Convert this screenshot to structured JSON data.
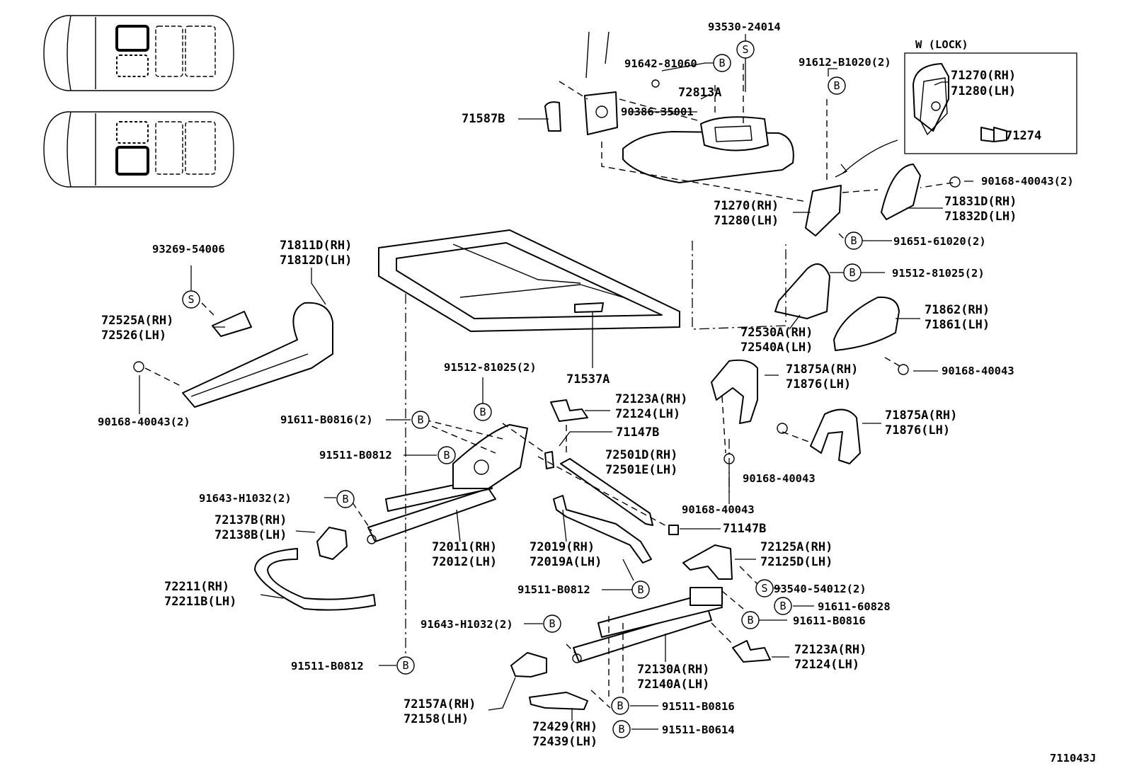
{
  "diagram_id": "711043J",
  "inset_title": "W (LOCK)",
  "fastener_symbols": {
    "bolt": "B",
    "screw": "S"
  },
  "labels": {
    "p93530_24014": "93530-24014",
    "p91642_81060": "91642-81060",
    "p72813A": "72813A",
    "p90386_35001": "90386-35001",
    "p71587B": "71587B",
    "p91612_B1020": "91612-B1020(2)",
    "p71270_inset": "71270(RH)",
    "p71280_inset": "71280(LH)",
    "p71274": "71274",
    "p90168_40043_2_top": "90168-40043(2)",
    "p71831D": "71831D(RH)",
    "p71832D": "71832D(LH)",
    "p71270": "71270(RH)",
    "p71280": "71280(LH)",
    "p91651_61020": "91651-61020(2)",
    "p93269_54006": "93269-54006",
    "p71811D": "71811D(RH)",
    "p71812D": "71812D(LH)",
    "p91512_81025_r": "91512-81025(2)",
    "p72525A": "72525A(RH)",
    "p72526": "72526(LH)",
    "p72530A": "72530A(RH)",
    "p72540A": "72540A(LH)",
    "p71862": "71862(RH)",
    "p71861": "71861(LH)",
    "p90168_40043_mr": "90168-40043",
    "p71537A": "71537A",
    "p91512_81025_c": "91512-81025(2)",
    "p71875A_a": "71875A(RH)",
    "p71876_a": "71876(LH)",
    "p90168_40043_2_left": "90168-40043(2)",
    "p72123A_top": "72123A(RH)",
    "p72124_top": "72124(LH)",
    "p91611_B0816_2": "91611-B0816(2)",
    "p71875A_b": "71875A(RH)",
    "p71876_b": "71876(LH)",
    "p71147B_top": "71147B",
    "p72501D": "72501D(RH)",
    "p72501E": "72501E(LH)",
    "p91511_B0812_a": "91511-B0812",
    "p90168_40043_r2": "90168-40043",
    "p91643_H1032_a": "91643-H1032(2)",
    "p72137B": "72137B(RH)",
    "p72138B": "72138B(LH)",
    "p90168_40043_c": "90168-40043",
    "p71147B_bot": "71147B",
    "p72011": "72011(RH)",
    "p72012": "72012(LH)",
    "p72019": "72019(RH)",
    "p72019A": "72019A(LH)",
    "p72125A": "72125A(RH)",
    "p72125D": "72125D(LH)",
    "p72211": "72211(RH)",
    "p72211B": "72211B(LH)",
    "p91511_B0812_b": "91511-B0812",
    "p93540_54012": "93540-54012(2)",
    "p91611_60828": "91611-60828",
    "p91643_H1032_b": "91643-H1032(2)",
    "p91611_B0816": "91611-B0816",
    "p72123A_bot": "72123A(RH)",
    "p72124_bot": "72124(LH)",
    "p91511_B0812_c": "91511-B0812",
    "p72130A": "72130A(RH)",
    "p72140A": "72140A(LH)",
    "p72157A": "72157A(RH)",
    "p72158": "72158(LH)",
    "p91511_B0816": "91511-B0816",
    "p72429": "72429(RH)",
    "p72439": "72439(LH)",
    "p91511_B0614": "91511-B0614"
  }
}
